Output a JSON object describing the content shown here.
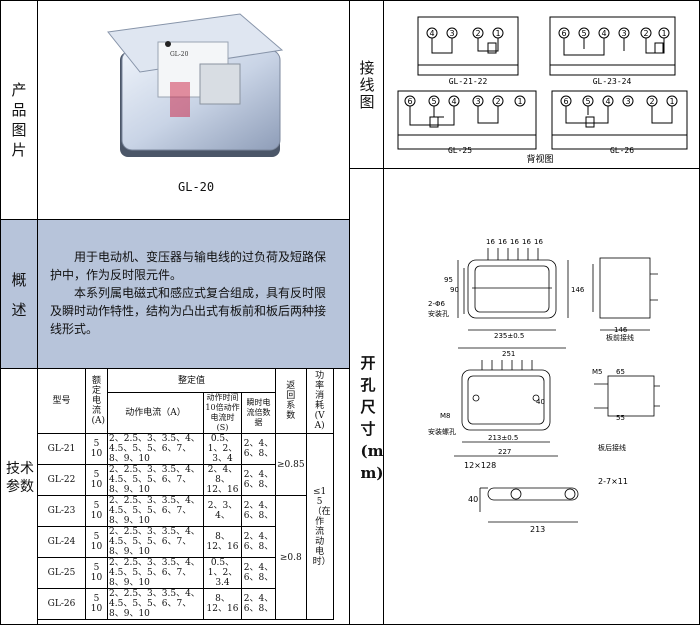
{
  "labels": {
    "product_image": "产品图片",
    "overview": "概述",
    "tech_params": "技术参数",
    "wiring": "接线图",
    "cutout": "开孔尺寸(mm)"
  },
  "product": {
    "model_caption": "GL-20",
    "front_text": "GL-20"
  },
  "overview": {
    "para1": "用于电动机、变压器与输电线的过负荷及短路保护中，作为反时限元件。",
    "para2": "本系列属电磁式和感应式复合组成，具有反时限及瞬时动作特性，结构为凸出式有板前和板后两种接线形式。"
  },
  "tech": {
    "headers": {
      "model": "型号",
      "rated_current": "额定电流(A)",
      "setting": "整定值",
      "action_current": "动作电流（A）",
      "action_time": "动作时间10倍动作电流时(S)",
      "instant_mult": "瞬时电流倍数据",
      "return": "返回系数",
      "power": "功率消耗(VA)"
    },
    "rows": [
      {
        "model": "GL-21",
        "rated": "5\n10",
        "current": "2、2.5、3、3.5、4、4.5、5、5、6、7、8、9、10",
        "time": "0.5、1、2、3、4",
        "inst": "2、4、6、8、"
      },
      {
        "model": "GL-22",
        "rated": "5\n10",
        "current": "2、2.5、3、3.5、4、4.5、5、5、6、7、8、9、10",
        "time": "2、4、8、12、16",
        "inst": "2、4、6、8、"
      },
      {
        "model": "GL-23",
        "rated": "5\n10",
        "current": "2、2.5、3、3.5、4、4.5、5、5、6、7、8、9、10",
        "time": "2、3、4、",
        "inst": "2、4、6、8、"
      },
      {
        "model": "GL-24",
        "rated": "5\n10",
        "current": "2、2.5、3、3.5、4、4.5、5、5、6、7、8、9、10",
        "time": "8、12、16",
        "inst": "2、4、6、8、"
      },
      {
        "model": "GL-25",
        "rated": "5\n10",
        "current": "2、2.5、3、3.5、4、4.5、5、5、6、7、8、9、10",
        "time": "0.5、1、2、3.4",
        "inst": "2、4、6、8、"
      },
      {
        "model": "GL-26",
        "rated": "5\n10",
        "current": "2、2.5、3、3.5、4、4.5、5、5、6、7、8、9、10",
        "time": "8、12、16",
        "inst": "2、4、6、8、"
      }
    ],
    "return_a": "≥0.85",
    "return_b": "≥0.8",
    "power": "≤15（在作流动电时）"
  },
  "wiring": {
    "gl2122": "GL-21-22",
    "gl2324": "GL-23-24",
    "gl25": "GL-25",
    "gl26": "GL-26",
    "rear_view": "背视图",
    "n1": "1",
    "n2": "2",
    "n3": "3",
    "n4": "4",
    "n5": "5",
    "n6": "6"
  },
  "dims": {
    "d95": "95",
    "d90": "90",
    "d146": "146",
    "d26": "2-Φ6",
    "mount_hole": "安装孔",
    "d235": "235±0.5",
    "d251": "251",
    "front_wiring": "板前接线",
    "d146b": "146",
    "m5": "M5",
    "d65": "65",
    "d55": "55",
    "m8": "M8",
    "mount_screw": "安装螺孔",
    "d213": "213±0.5",
    "d227": "227",
    "rear_wiring": "板后接线",
    "d40": "40",
    "slot": "12×128",
    "holes": "2-7×11",
    "d40b": "40",
    "d213b": "213",
    "d16": "16"
  }
}
